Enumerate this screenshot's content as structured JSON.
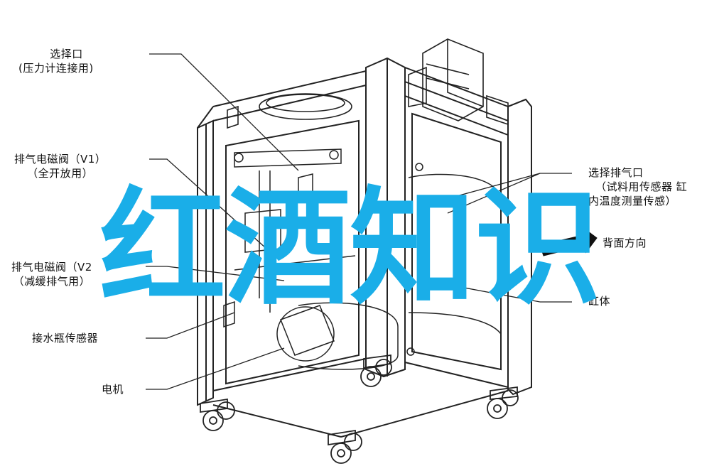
{
  "callouts": {
    "select_port": [
      "选择口",
      "(压力计连接用)"
    ],
    "exhaust_valve_v1": [
      "排气电磁阀（V1）",
      "（全开放用）"
    ],
    "exhaust_valve_v2": [
      "排气电磁阀（V2",
      "（减缓排气用）"
    ],
    "water_bottle_sensor": [
      "接水瓶传感器"
    ],
    "motor": [
      "电机"
    ],
    "select_exhaust_port": [
      "选择排气口",
      "（试料用传感器 缸",
      "内温度测量传感）"
    ],
    "rear_direction": [
      "背面方向"
    ],
    "cylinder": [
      "缸体"
    ]
  },
  "overlay_title": "红酒知识",
  "colors": {
    "overlay": "#1aaee8",
    "line": "#222222"
  }
}
